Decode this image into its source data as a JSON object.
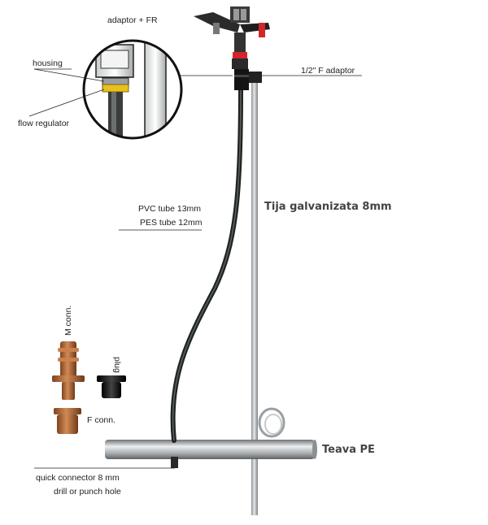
{
  "labels": {
    "adaptor_fr": "adaptor + FR",
    "housing": "housing",
    "flow_regulator": "flow regulator",
    "f_adaptor": "1/2\" F adaptor",
    "pvc_tube": "PVC tube 13mm",
    "pes_tube": "PES tube 12mm",
    "tija": "Tija galvanizata 8mm",
    "m_conn": "M conn.",
    "plug": "plug",
    "f_conn": "F conn.",
    "teava": "Teava PE",
    "quick_connector": "quick connector 8 mm",
    "drill_hole": "drill or punch hole"
  },
  "colors": {
    "fitting_brown": "#b0652f",
    "plug_black": "#1a1a1a",
    "regulator_yellow": "#e8c21a",
    "sprinkler_red": "#d2262a",
    "steel": "#b8bcbf",
    "tube_dark": "#2c302e"
  }
}
